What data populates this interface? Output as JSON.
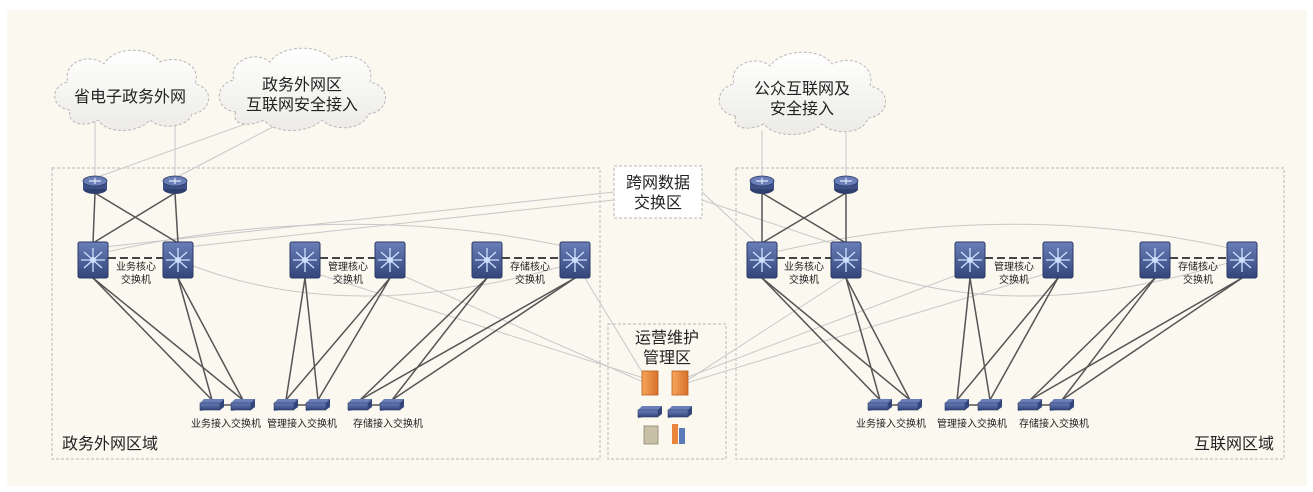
{
  "clouds": {
    "gov_extranet": "省电子政务外网",
    "gov_secure_1": "政务外网区",
    "gov_secure_2": "互联网安全接入",
    "public_1": "公众互联网及",
    "public_2": "安全接入"
  },
  "zones": {
    "left": "政务外网区域",
    "right": "互联网区域",
    "cross_1": "跨网数据",
    "cross_2": "交换区",
    "ops_1": "运营维护",
    "ops_2": "管理区"
  },
  "core_labels": {
    "business_1": "业务核心",
    "business_2": "交换机",
    "mgmt_1": "管理核心",
    "mgmt_2": "交换机",
    "storage_1": "存储核心",
    "storage_2": "交换机"
  },
  "access_labels": {
    "business": "业务接入交换机",
    "mgmt": "管理接入交换机",
    "storage": "存储接入交换机"
  },
  "colors": {
    "background": "#fbf8ef",
    "zone_border": "#b8b8b8",
    "device_blue": "#4a5f98",
    "server_orange": "#e9843a",
    "link_dark": "#555555",
    "link_light": "#c8c8c8"
  }
}
